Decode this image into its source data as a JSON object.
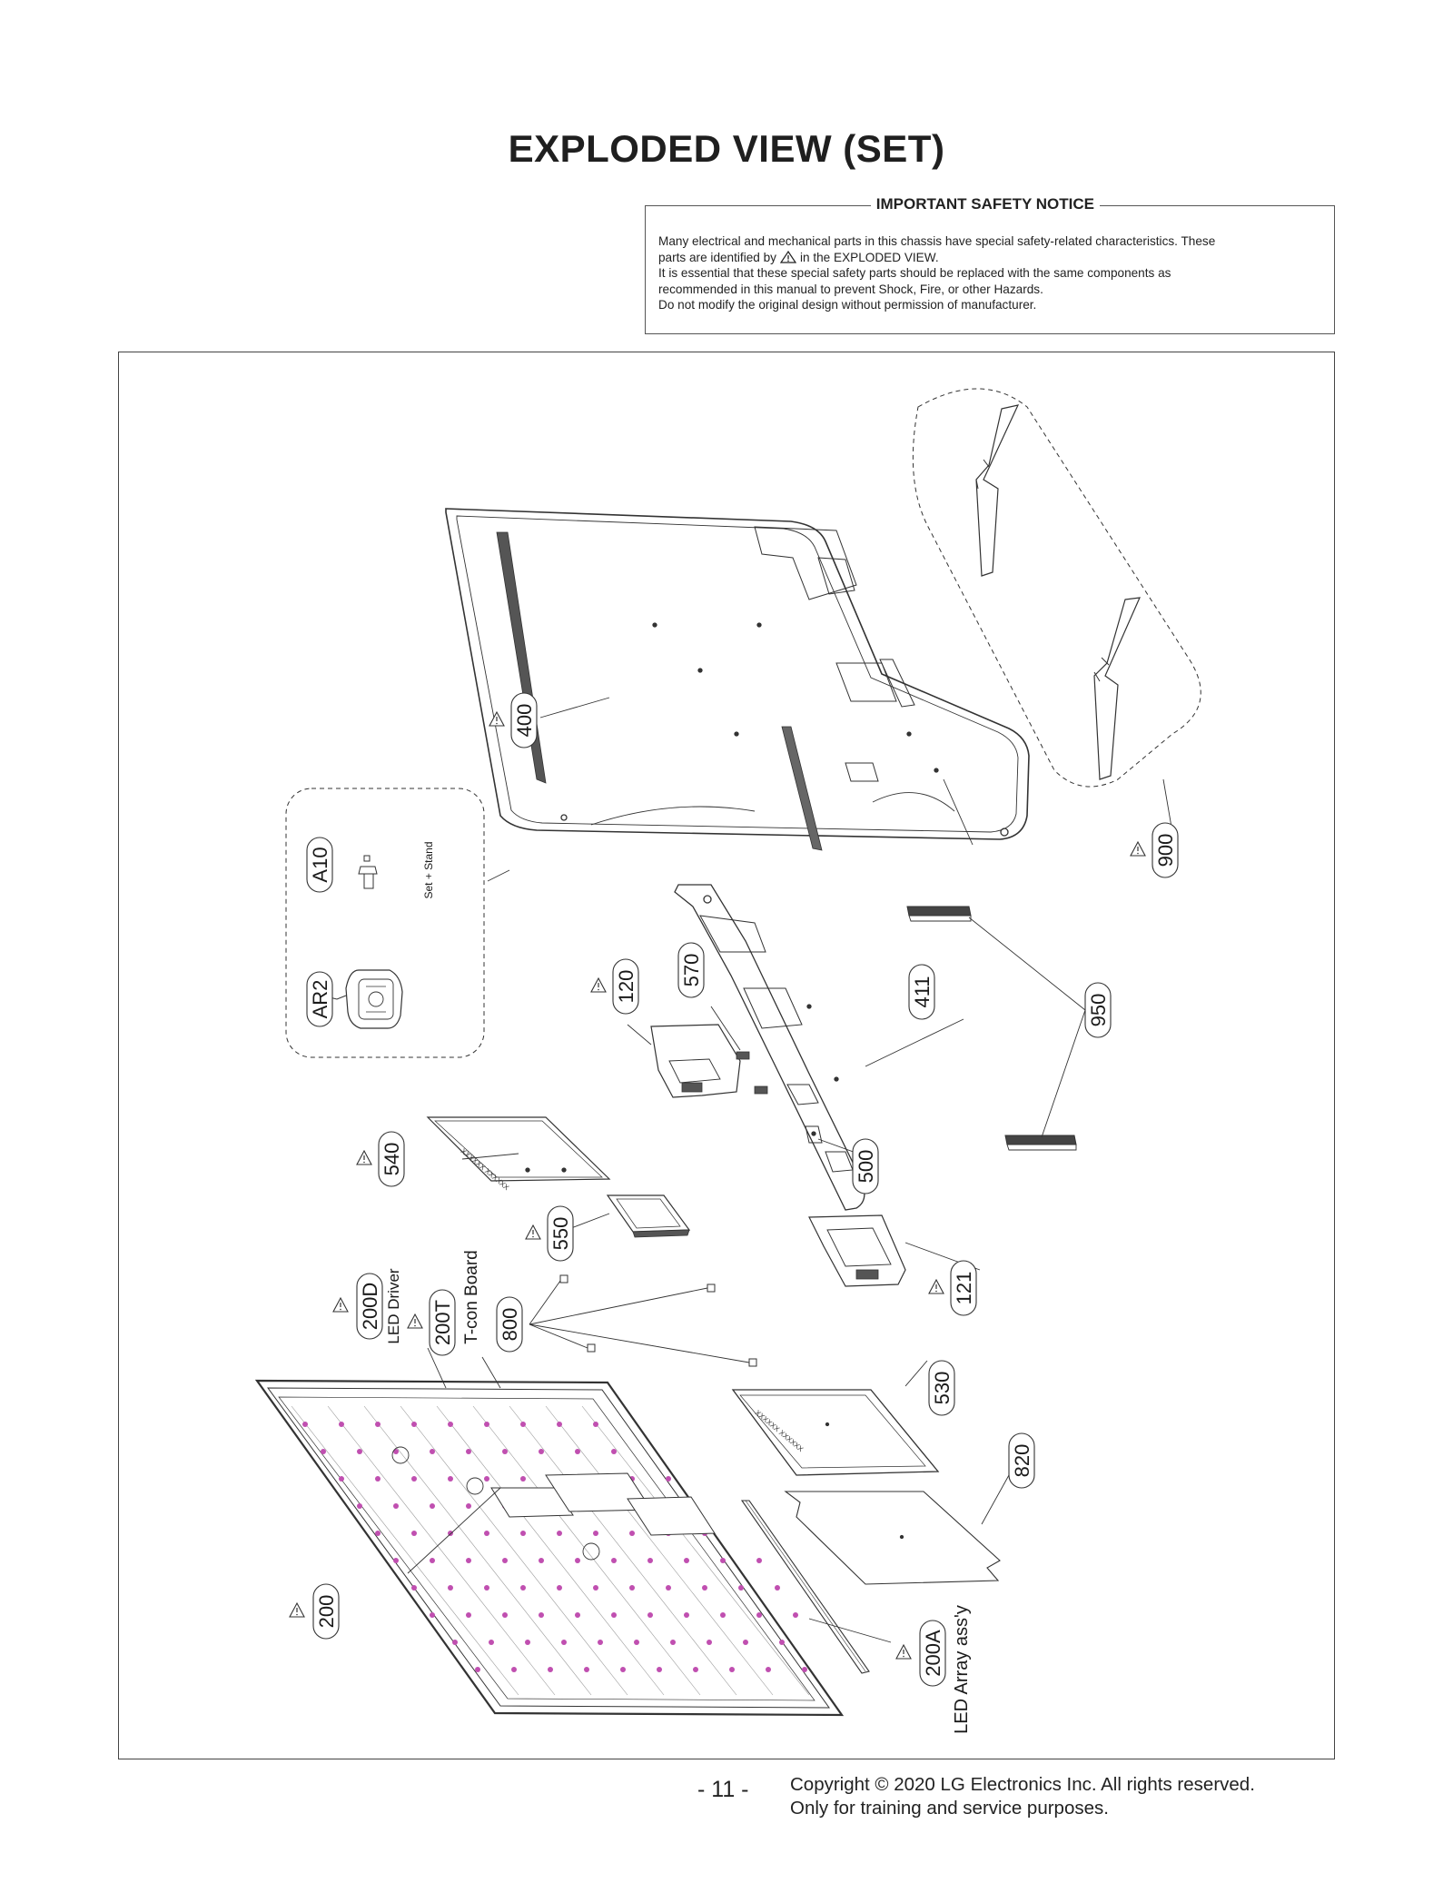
{
  "title": "EXPLODED VIEW (SET)",
  "notice": {
    "heading": "IMPORTANT SAFETY NOTICE",
    "line1": "Many electrical and mechanical parts in this chassis have special safety-related characteristics. These",
    "line2_pre": "parts are identified by",
    "line2_post": "in the EXPLODED VIEW.",
    "line3": "It is essential that these special safety parts should be replaced with the same components as",
    "line4": "recommended in this manual to prevent Shock, Fire, or other Hazards.",
    "line5": "Do not modify the original design without permission of manufacturer."
  },
  "parts": {
    "p400": "400",
    "p900": "900",
    "a10": "A10",
    "ar2": "AR2",
    "set_stand": "Set + Stand",
    "p120": "120",
    "p570": "570",
    "p411": "411",
    "p950": "950",
    "p540": "540",
    "p500": "500",
    "p550": "550",
    "p121": "121",
    "p200d": "200D",
    "led_driver": "LED Driver",
    "p200t": "200T",
    "tcon_board": "T-con Board",
    "p800": "800",
    "p530": "530",
    "p820": "820",
    "p200": "200",
    "p200a": "200A",
    "led_array": "LED Array ass'y"
  },
  "footer": {
    "page": "- 11 -",
    "copyright": "Copyright © 2020 LG Electronics Inc. All rights reserved.",
    "training": "Only for training and service purposes."
  },
  "colors": {
    "line": "#333333",
    "led_dot": "#c04fb0"
  }
}
